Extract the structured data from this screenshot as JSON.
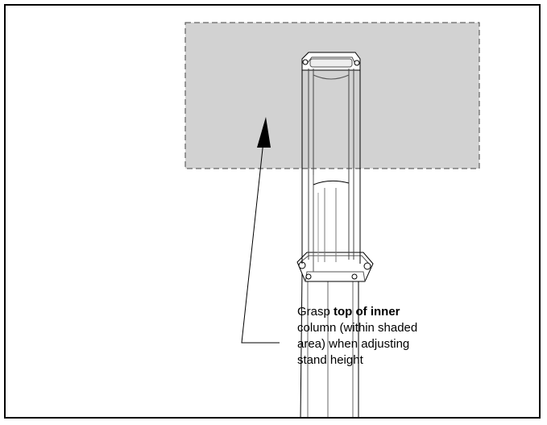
{
  "callout": {
    "line1_prefix": "Grasp ",
    "line1_bold": "top of inner",
    "line2": "column (within shaded",
    "line3": "area) when adjusting",
    "line4": "stand height"
  },
  "colors": {
    "shade": "#d2d2d2",
    "line": "#000000"
  }
}
